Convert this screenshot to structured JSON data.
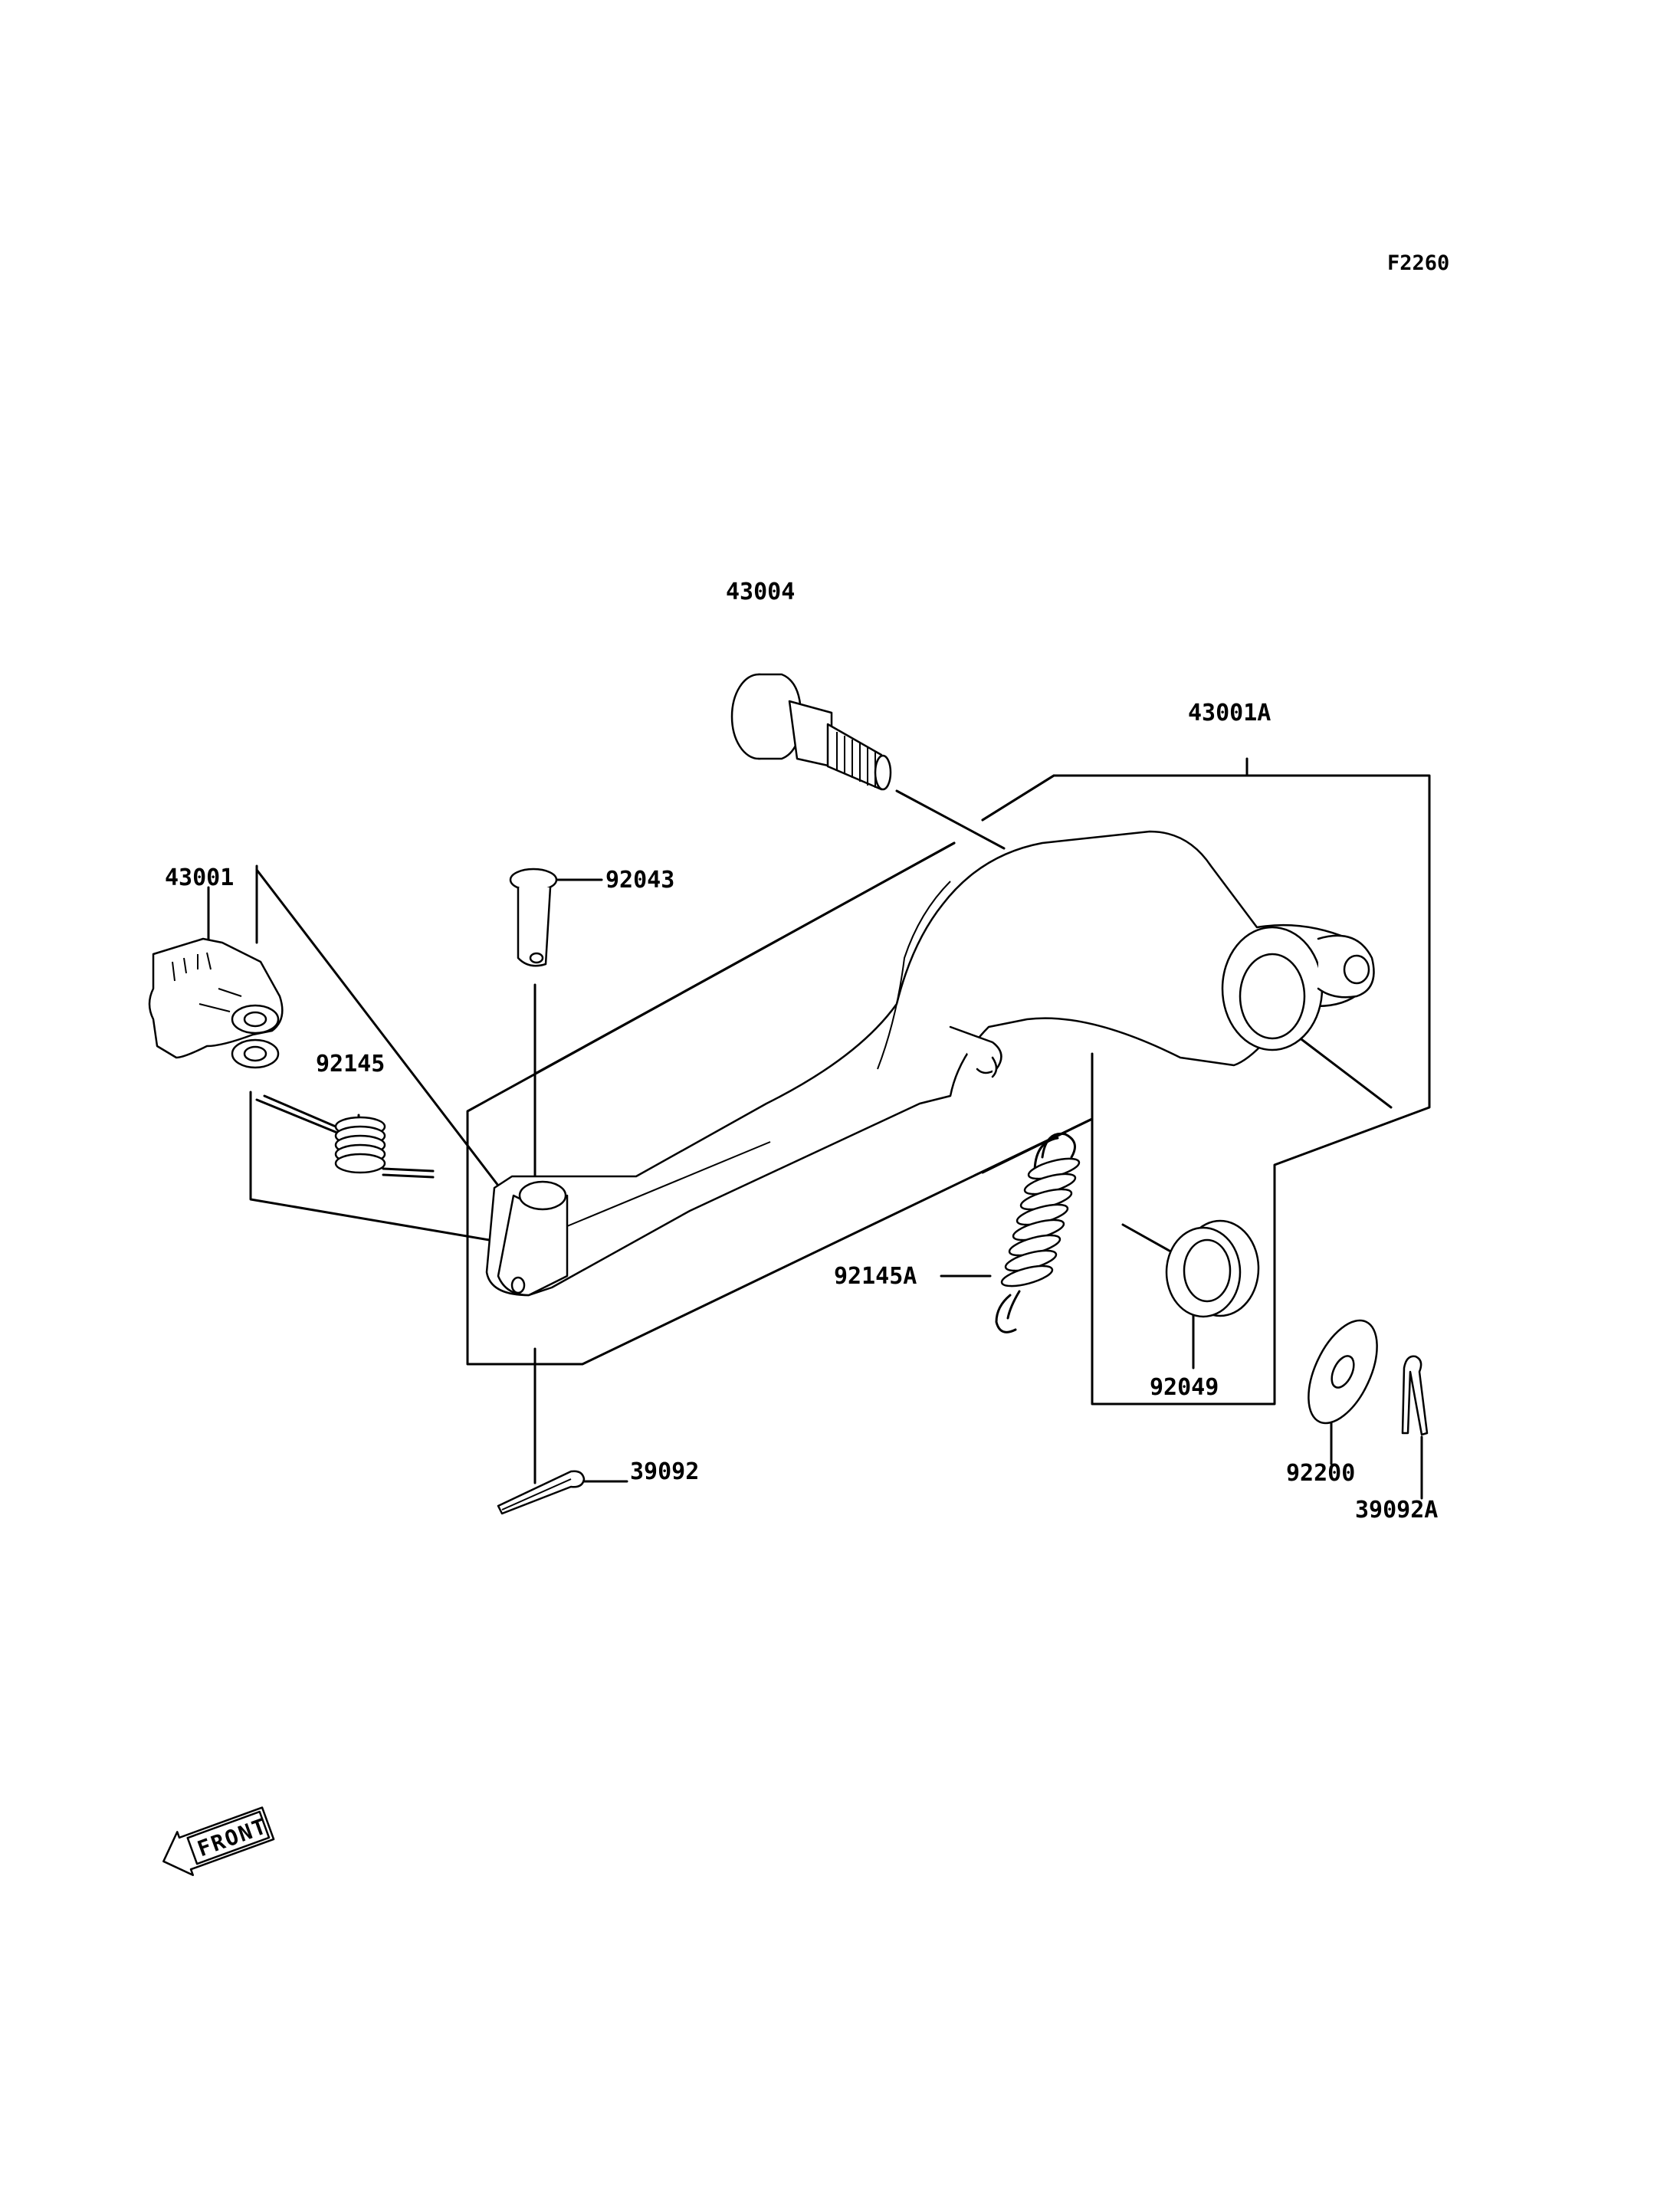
{
  "figure_code": "F2260",
  "parts": [
    {
      "number": "43004"
    },
    {
      "number": "43001A"
    },
    {
      "number": "43001"
    },
    {
      "number": "92043"
    },
    {
      "number": "92145"
    },
    {
      "number": "92145A"
    },
    {
      "number": "92049"
    },
    {
      "number": "92200"
    },
    {
      "number": "39092"
    },
    {
      "number": "39092A"
    }
  ],
  "front_badge": "FRONT"
}
